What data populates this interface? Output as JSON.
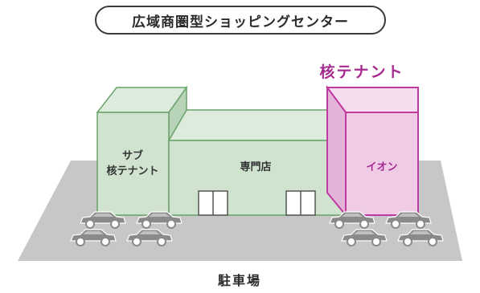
{
  "title": "広域商圏型ショッピングセンター",
  "core_tenant_label": "核テナント",
  "buildings": {
    "sub_core": {
      "line1": "サブ",
      "line2": "核テナント"
    },
    "specialty_store": "専門店",
    "core": "イオン"
  },
  "parking_label": "駐車場",
  "colors": {
    "green_face": "#cfe3cf",
    "green_side": "#b8d4b8",
    "green_stroke": "#6aa16a",
    "pink_face": "#efcbe6",
    "pink_side": "#e4b3d8",
    "pink_stroke": "#c03ba0",
    "accent_text": "#a52a8f",
    "parking_gray": "#c7c7c7",
    "car_gray": "#8a8a8a"
  },
  "icons": [
    "car-icon",
    "door-icon"
  ]
}
